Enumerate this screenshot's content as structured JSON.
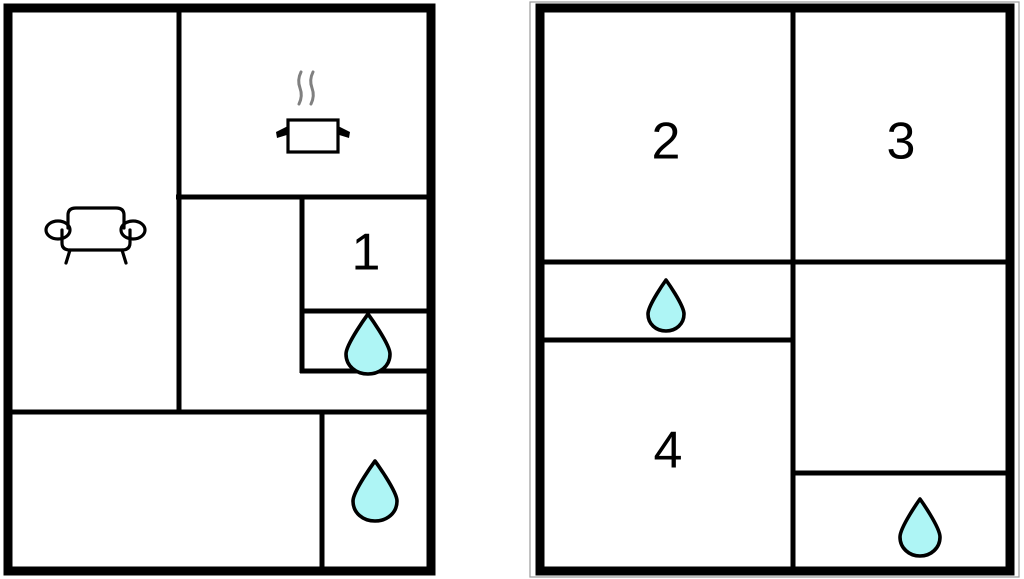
{
  "title": "Two floor plan diagrams",
  "colors": {
    "wall": "#000000",
    "background": "#ffffff",
    "water_drop_fill": "#AEF5F5",
    "water_drop_stroke": "#000000",
    "steam": "#808080",
    "thin_outline": "#9a9a9a"
  },
  "plans": [
    {
      "id": "left-plan",
      "name": "left-floor-plan",
      "rooms": [
        {
          "id": "living-room",
          "label": "",
          "name": "room-living"
        },
        {
          "id": "kitchen",
          "label": "",
          "name": "room-kitchen"
        },
        {
          "id": "hall",
          "label": "",
          "name": "room-hall"
        },
        {
          "id": "bedroom-1",
          "label": "1",
          "name": "room-1"
        },
        {
          "id": "bathroom-upper",
          "label": "",
          "name": "room-bathroom-upper"
        },
        {
          "id": "lower-large",
          "label": "",
          "name": "room-lower-large"
        },
        {
          "id": "bathroom-lower",
          "label": "",
          "name": "room-bathroom-lower"
        }
      ],
      "icons": [
        {
          "type": "sofa-icon",
          "name": "sofa-icon"
        },
        {
          "type": "cooking-pot-icon",
          "name": "cooking-pot-icon"
        },
        {
          "type": "water-drop-icon",
          "name": "water-drop-icon-upper"
        },
        {
          "type": "water-drop-icon",
          "name": "water-drop-icon-lower"
        }
      ],
      "labels": [
        "1"
      ]
    },
    {
      "id": "right-plan",
      "name": "right-floor-plan",
      "rooms": [
        {
          "id": "room-2",
          "label": "2",
          "name": "room-2"
        },
        {
          "id": "room-3",
          "label": "3",
          "name": "room-3"
        },
        {
          "id": "room-4",
          "label": "4",
          "name": "room-4"
        },
        {
          "id": "bath-left",
          "label": "",
          "name": "room-bath-left"
        },
        {
          "id": "right-middle",
          "label": "",
          "name": "room-right-middle"
        },
        {
          "id": "bath-bottom-right",
          "label": "",
          "name": "room-bath-bottom-right"
        }
      ],
      "icons": [
        {
          "type": "water-drop-icon",
          "name": "water-drop-icon-left"
        },
        {
          "type": "water-drop-icon",
          "name": "water-drop-icon-bottom-right"
        }
      ],
      "labels": [
        "2",
        "3",
        "4"
      ]
    }
  ],
  "room_labels": {
    "one": "1",
    "two": "2",
    "three": "3",
    "four": "4"
  }
}
